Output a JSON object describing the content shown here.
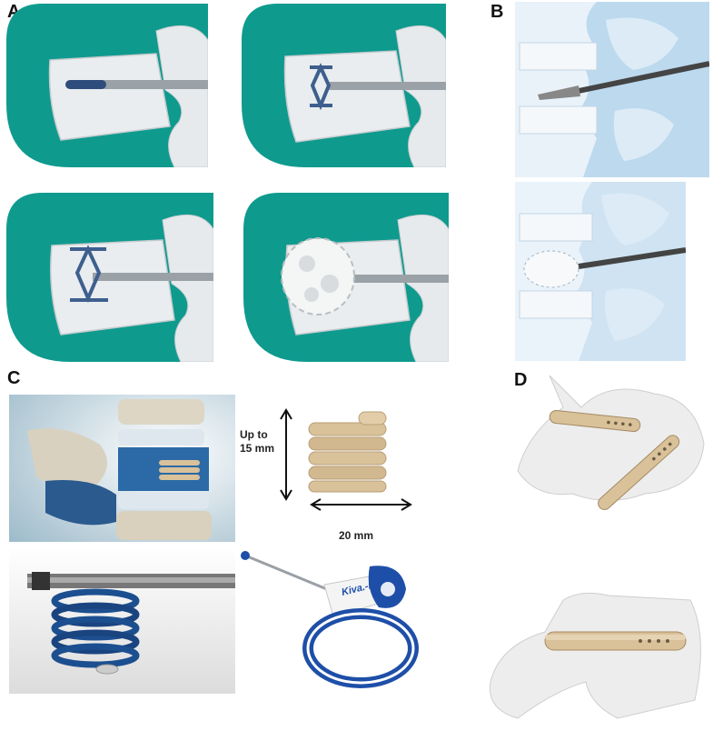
{
  "panels": {
    "a": {
      "letter": "A"
    },
    "b": {
      "letter": "B"
    },
    "c": {
      "letter": "C",
      "height_line1": "Up to",
      "height_line2": "15 mm",
      "width_label": "20 mm",
      "device_brand": "Kiva.-R"
    },
    "d": {
      "letter": "D"
    }
  },
  "colors": {
    "teal": "#0f9a8e",
    "bone": "#e4e8ea",
    "spine_blue": "#bcd9ee",
    "implant_tan": "#d9c19a",
    "device_blue": "#1e4fa8"
  }
}
